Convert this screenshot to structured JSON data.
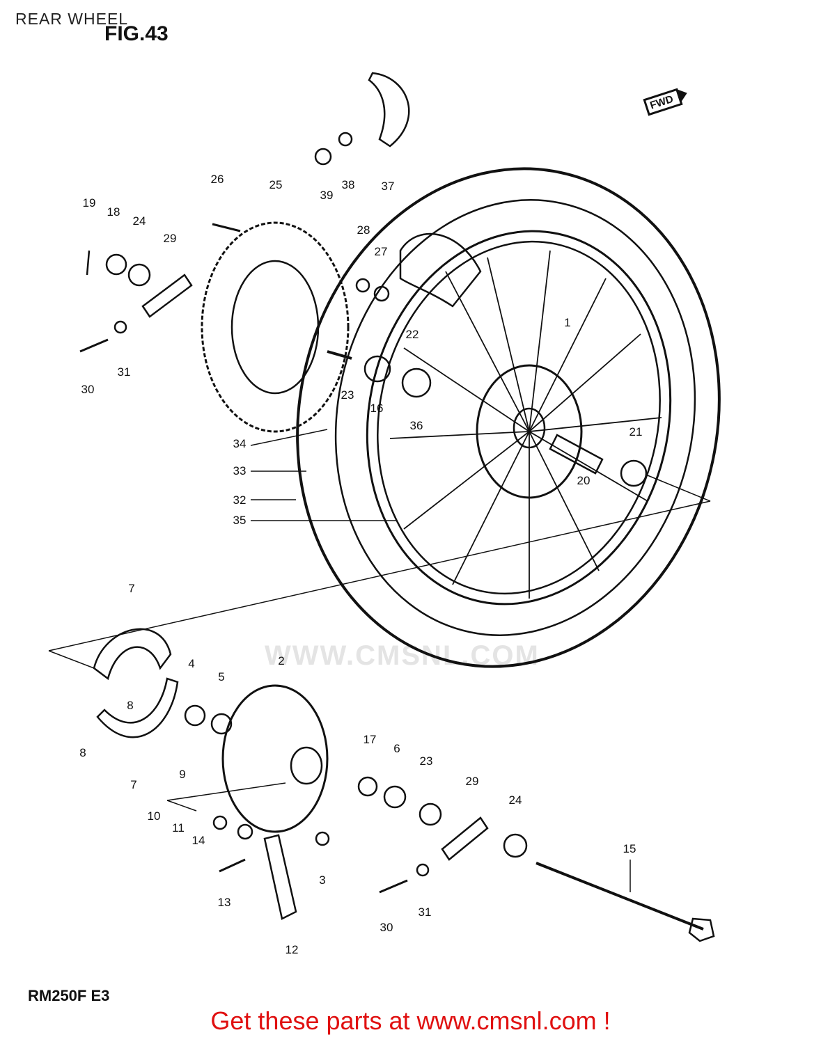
{
  "header": {
    "title": "REAR WHEEL",
    "figure": "FIG.43",
    "fwd_badge": "FWD"
  },
  "watermark": "WWW.CMSNL.COM",
  "model_code": "RM250F E3",
  "footer_link": "Get these parts at www.cmsnl.com !",
  "callouts": [
    {
      "id": "19",
      "label": "19"
    },
    {
      "id": "18",
      "label": "18"
    },
    {
      "id": "24a",
      "label": "24"
    },
    {
      "id": "29a",
      "label": "29"
    },
    {
      "id": "26",
      "label": "26"
    },
    {
      "id": "25",
      "label": "25"
    },
    {
      "id": "39",
      "label": "39"
    },
    {
      "id": "38",
      "label": "38"
    },
    {
      "id": "37",
      "label": "37"
    },
    {
      "id": "28",
      "label": "28"
    },
    {
      "id": "27",
      "label": "27"
    },
    {
      "id": "30a",
      "label": "30"
    },
    {
      "id": "31a",
      "label": "31"
    },
    {
      "id": "22",
      "label": "22"
    },
    {
      "id": "23a",
      "label": "23"
    },
    {
      "id": "16",
      "label": "16"
    },
    {
      "id": "1",
      "label": "1"
    },
    {
      "id": "36",
      "label": "36"
    },
    {
      "id": "21",
      "label": "21"
    },
    {
      "id": "34",
      "label": "34"
    },
    {
      "id": "33",
      "label": "33"
    },
    {
      "id": "32",
      "label": "32"
    },
    {
      "id": "35",
      "label": "35"
    },
    {
      "id": "20",
      "label": "20"
    },
    {
      "id": "7a",
      "label": "7"
    },
    {
      "id": "4",
      "label": "4"
    },
    {
      "id": "5",
      "label": "5"
    },
    {
      "id": "2",
      "label": "2"
    },
    {
      "id": "8a",
      "label": "8"
    },
    {
      "id": "8b",
      "label": "8"
    },
    {
      "id": "9",
      "label": "9"
    },
    {
      "id": "7b",
      "label": "7"
    },
    {
      "id": "17",
      "label": "17"
    },
    {
      "id": "6",
      "label": "6"
    },
    {
      "id": "23b",
      "label": "23"
    },
    {
      "id": "29b",
      "label": "29"
    },
    {
      "id": "24b",
      "label": "24"
    },
    {
      "id": "10",
      "label": "10"
    },
    {
      "id": "11",
      "label": "11"
    },
    {
      "id": "14",
      "label": "14"
    },
    {
      "id": "3",
      "label": "3"
    },
    {
      "id": "15",
      "label": "15"
    },
    {
      "id": "13",
      "label": "13"
    },
    {
      "id": "31b",
      "label": "31"
    },
    {
      "id": "30b",
      "label": "30"
    },
    {
      "id": "12",
      "label": "12"
    }
  ]
}
